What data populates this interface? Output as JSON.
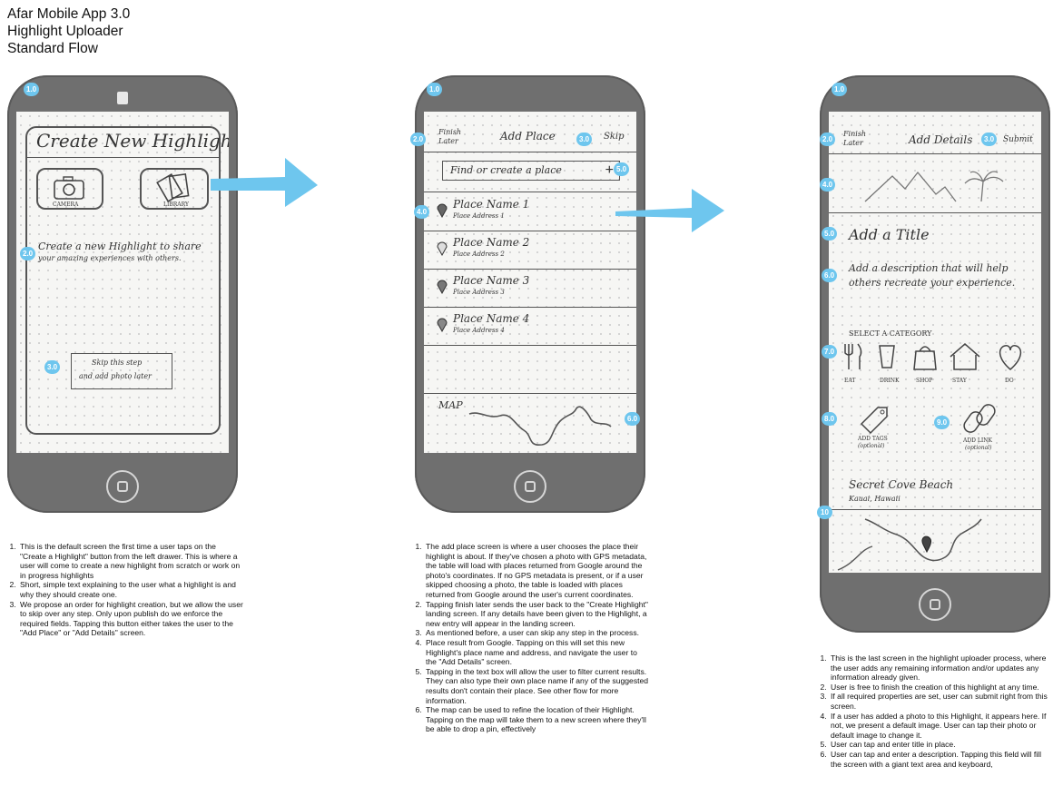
{
  "header": {
    "line1": "Afar Mobile App 3.0",
    "line2": "Highlight Uploader",
    "line3": "Standard Flow"
  },
  "colors": {
    "phone_body": "#6f6f6f",
    "badge": "#6ec6ee",
    "arrow": "#6ec6ee"
  },
  "screen1": {
    "badges": [
      "1.0",
      "2.0",
      "3.0"
    ],
    "title": "Create New Highlight",
    "camera_label": "CAMERA",
    "library_label": "LIBRARY",
    "intro_line1": "Create a new Highlight to share",
    "intro_line2": "your amazing experiences with others.",
    "skip_line1": "Skip this step",
    "skip_line2": "and add photo later"
  },
  "screen2": {
    "badges": [
      "1.0",
      "2.0",
      "3.0",
      "4.0",
      "5.0",
      "6.0"
    ],
    "finish_line1": "Finish",
    "finish_line2": "Later",
    "title": "Add Place",
    "skip": "Skip",
    "search_placeholder": "Find or create a place",
    "places": [
      {
        "name": "Place Name 1",
        "address": "Place Address 1"
      },
      {
        "name": "Place Name 2",
        "address": "Place Address 2"
      },
      {
        "name": "Place Name 3",
        "address": "Place Address 3"
      },
      {
        "name": "Place Name 4",
        "address": "Place Address 4"
      }
    ],
    "map_label": "MAP"
  },
  "screen3": {
    "badges": [
      "1.0",
      "2.0",
      "3.0",
      "4.0",
      "5.0",
      "6.0",
      "7.0",
      "8.0",
      "9.0",
      "10"
    ],
    "finish_line1": "Finish",
    "finish_line2": "Later",
    "title": "Add Details",
    "submit": "Submit",
    "add_title": "Add a Title",
    "desc_line1": "Add a description that will help",
    "desc_line2": "others recreate your experience.",
    "category_heading": "SELECT A CATEGORY",
    "categories": [
      "EAT",
      "DRINK",
      "SHOP",
      "STAY",
      "DO"
    ],
    "tags_line1": "ADD TAGS",
    "tags_line2": "(optional)",
    "link_line1": "ADD LINK",
    "link_line2": "(optional)",
    "place_name": "Secret Cove Beach",
    "place_location": "Kauai, Hawaii"
  },
  "notes1": [
    "This is the default screen the first time a user taps on the \"Create a Highlight\" button from the left drawer. This is where a user will come to create a new highlight from scratch or work on in progress highlights",
    "Short, simple text explaining to the user what a highlight is and why they should create one.",
    "We propose an order for highlight creation, but we allow the user to skip over any step. Only upon publish do we enforce the required fields. Tapping this button either takes the user to the \"Add Place\" or \"Add Details\" screen."
  ],
  "notes2": [
    "The add place screen is where a user chooses the place their highlight is about. If they've chosen a photo with GPS metadata, the table will load with places returned from Google around the photo's coordinates. If no GPS metadata is present, or if a user skipped choosing a photo, the table is loaded with places returned from Google around the user's current coordinates.",
    "Tapping finish later sends the user back to the \"Create Highlight\" landing screen. If any details have been given to the Highlight, a new entry will appear in the landing screen.",
    "As mentioned before, a user can skip any step in the process.",
    "Place result from Google. Tapping on this will set this new Highlight's place name and address, and navigate the user to the \"Add Details\" screen.",
    "Tapping in the text box will allow the user to filter current results. They can also type their own place name if any of the suggested results don't contain their place. See other flow for more information.",
    "The map can be used to refine the location of their Highlight. Tapping on the map will take them to a new screen where they'll be able to drop a pin, effectively"
  ],
  "notes3": [
    "This is the last screen in the highlight uploader process, where the user adds any remaining information and/or updates any information already given.",
    "User is free to finish the creation of this highlight at any time.",
    "If all required properties are set, user can submit right from this screen.",
    "If a user has added a photo to this Highlight, it appears here. If not, we present a default image. User can tap their photo or default image to change it.",
    "User can tap and enter title in place.",
    "User can tap and enter a description. Tapping this field will fill the screen with a giant text area and keyboard,"
  ]
}
